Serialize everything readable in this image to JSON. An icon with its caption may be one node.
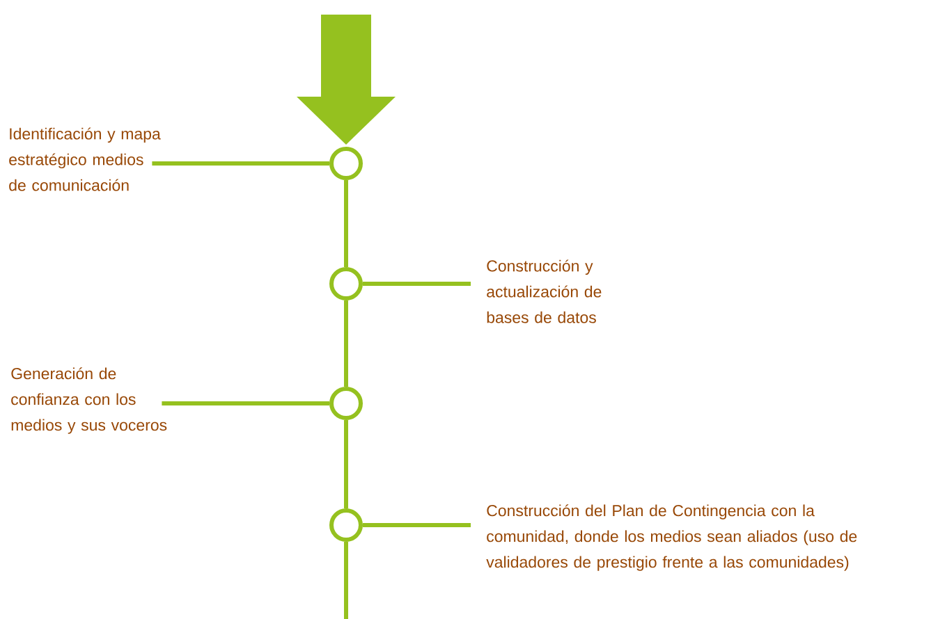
{
  "diagram": {
    "nodes": [
      {
        "text": [
          "Identificación y mapa estratégico medios de comunicación"
        ]
      },
      {
        "text": [],
        "shape": "circle"
      },
      {
        "text": [],
        "shape": "circle"
      },
      {
        "text": [
          "Construcción y actualización de bases de datos"
        ]
      },
      {
        "text": [
          "Generación de confianza con los medios y sus voceros"
        ]
      },
      {
        "text": [],
        "shape": "circle"
      },
      {
        "text": [],
        "shape": "circle"
      },
      {
        "text": [
          "Construcción del Plan de Contingencia con la comunidad, donde los medios sean aliados (uso de validadores de prestigio frente a las comunidades)"
        ]
      }
    ],
    "edges": [
      {
        "from": null,
        "to": 1,
        "arrow": "to",
        "style": "thick"
      },
      {
        "from": 0,
        "to": 1,
        "arrow": "none"
      },
      {
        "from": 1,
        "to": 2,
        "arrow": "none"
      },
      {
        "from": 2,
        "to": 3,
        "arrow": "none"
      },
      {
        "from": 4,
        "to": 5,
        "arrow": "none"
      },
      {
        "from": 2,
        "to": 5,
        "arrow": "none"
      },
      {
        "from": 5,
        "to": 6,
        "arrow": "none"
      },
      {
        "from": 6,
        "to": 7,
        "arrow": "none"
      },
      {
        "from": 6,
        "to": null,
        "arrow": "none"
      }
    ]
  }
}
